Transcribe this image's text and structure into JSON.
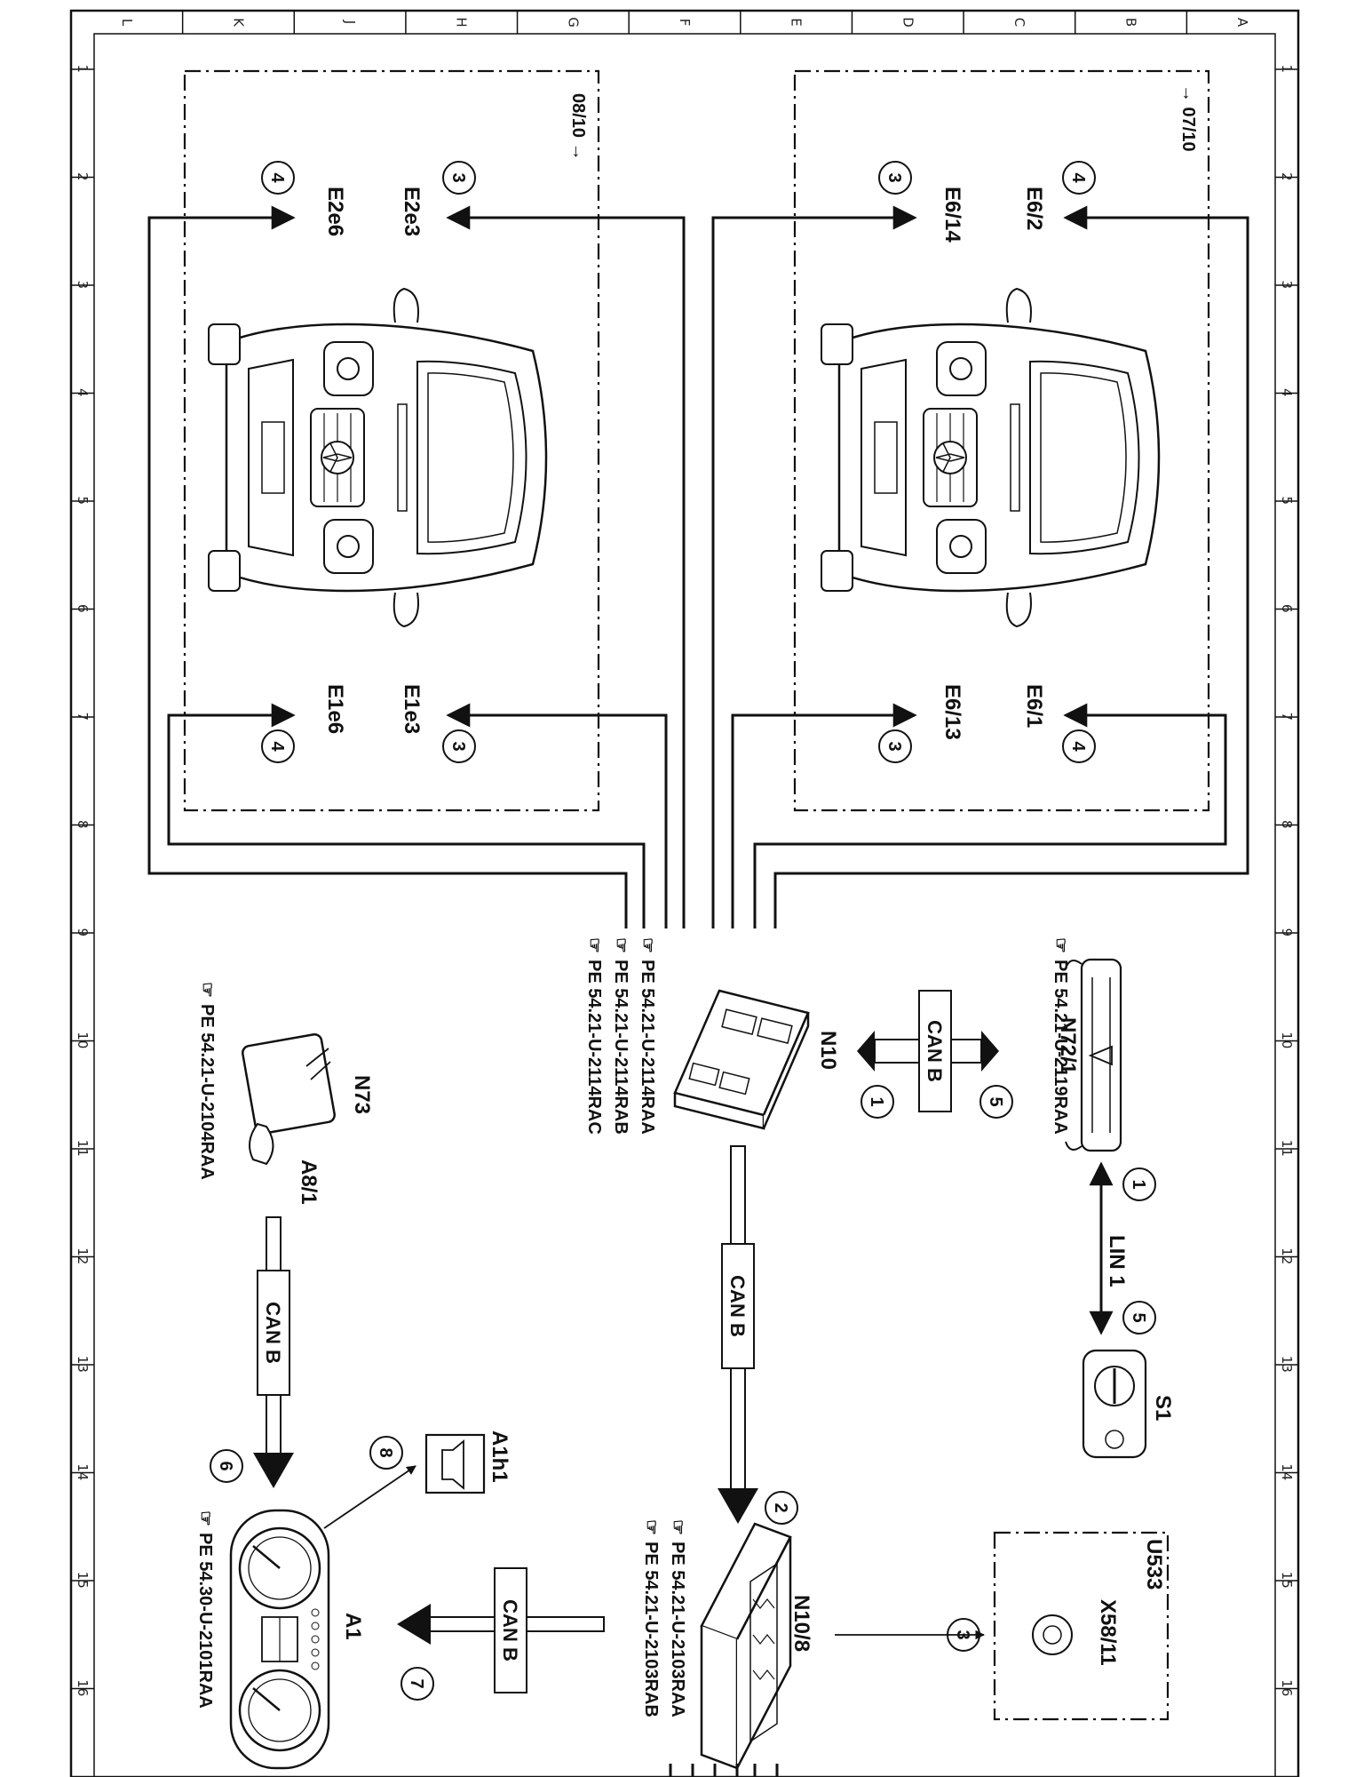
{
  "grid": {
    "top_letters": [
      "L",
      "K",
      "J",
      "H",
      "G",
      "F",
      "E",
      "D",
      "C",
      "B",
      "A"
    ],
    "row_numbers": [
      "1",
      "2",
      "3",
      "4",
      "5",
      "6",
      "7",
      "8",
      "9",
      "10",
      "11",
      "12",
      "13",
      "14",
      "15",
      "16"
    ]
  },
  "variants": {
    "upper": "08/10 →",
    "lower": "→ 07/10"
  },
  "signal_labels": {
    "E2e3": "E2e3",
    "E2e6": "E2e6",
    "E1e3": "E1e3",
    "E1e6": "E1e6",
    "E6_2": "E6/2",
    "E6_14": "E6/14",
    "E6_1": "E6/1",
    "E6_13": "E6/13"
  },
  "components": {
    "N10": "N10",
    "N72_1": "N72/1",
    "N73": "N73",
    "A8_1": "A8/1",
    "S1": "S1",
    "N10_8": "N10/8",
    "U533": "U533",
    "X58_11": "X58/11",
    "A1": "A1",
    "A1h1": "A1h1"
  },
  "bus_labels": {
    "can_b_1": "CAN B",
    "can_b_2": "CAN B",
    "can_b_3": "CAN B",
    "can_b_4": "CAN B",
    "lin_1": "LIN 1"
  },
  "circles": {
    "c_e2e3": "3",
    "c_e2e6": "4",
    "c_e1e3": "3",
    "c_e1e6": "4",
    "c_e62": "4",
    "c_e614": "3",
    "c_e61": "4",
    "c_e613": "3",
    "c_can_in": "5",
    "c_can_out": "1",
    "c_lin_a": "1",
    "c_lin_b": "5",
    "c_n108": "2",
    "c_x58": "3",
    "c_a1h1": "8",
    "c_can_n73": "6",
    "c_a1": "7"
  },
  "references": {
    "n10_ref1": "PE 54.21-U-2114RAA",
    "n10_ref2": "PE 54.21-U-2114RAB",
    "n10_ref3": "PE 54.21-U-2114RAC",
    "n72_ref": "PE 54.21-U-2119RAA",
    "n73_ref": "PE 54.21-U-2104RAA",
    "n108_ref1": "PE 54.21-U-2103RAA",
    "n108_ref2": "PE 54.21-U-2103RAB",
    "a1_ref": "PE 54.30-U-2101RAA"
  }
}
